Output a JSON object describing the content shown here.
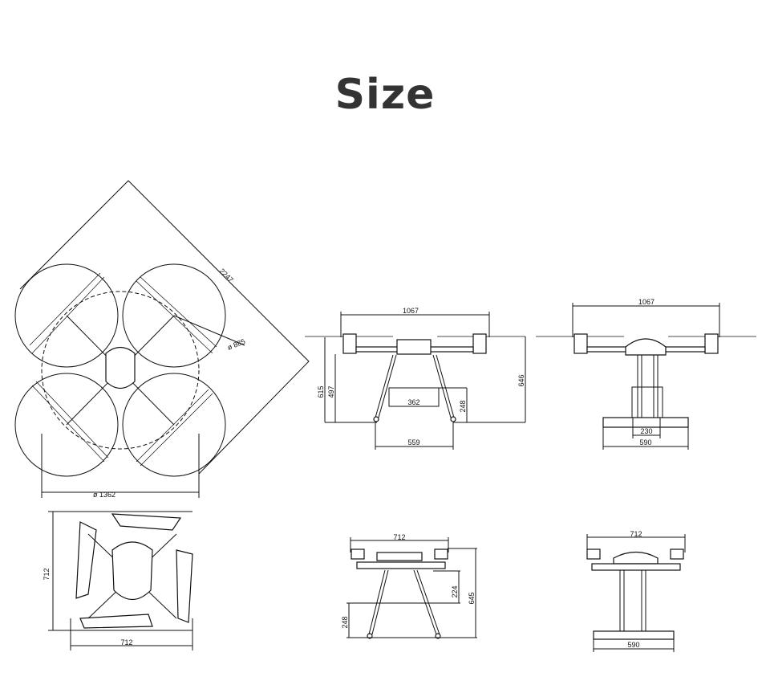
{
  "title": "Size",
  "top_view": {
    "diagonal": "2247",
    "prop_diameter": "ø 885",
    "span_diameter": "ø 1362"
  },
  "folded_top_view": {
    "height": "712",
    "width": "712"
  },
  "front_view": {
    "width": "1067",
    "height_total": "615",
    "height_arm": "497",
    "leg_inner": "362",
    "leg_height": "248",
    "height_prop": "646",
    "leg_span": "559"
  },
  "side_view": {
    "width": "1067",
    "skid_inner": "230",
    "skid_width": "590"
  },
  "folded_front_view": {
    "width": "712",
    "upper": "224",
    "total": "645",
    "leg_height": "248"
  },
  "folded_side_view": {
    "width": "712",
    "skid_width": "590"
  }
}
